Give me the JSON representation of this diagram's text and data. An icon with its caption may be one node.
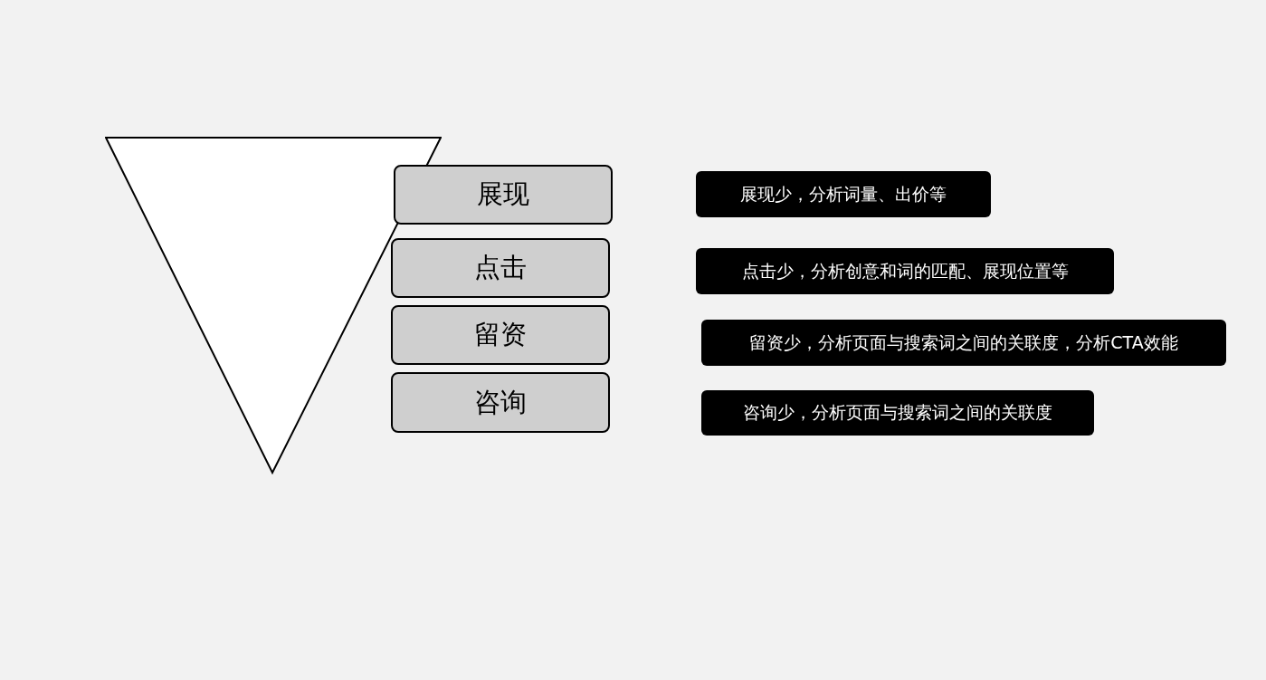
{
  "diagram": {
    "nodes": [
      {
        "text": [],
        "shape": "triangle"
      },
      {
        "text": [
          "展现"
        ]
      },
      {
        "text": [
          "点击"
        ]
      },
      {
        "text": [
          "留资"
        ]
      },
      {
        "text": [
          "咨询"
        ]
      },
      {
        "text": [
          "展现少，分析词量、出价等"
        ]
      },
      {
        "text": [
          "点击少，分析创意和词的匹配、展现位置等"
        ]
      },
      {
        "text": [
          "留资少，分析页面与搜索词之间的关联度，分析CTA效能"
        ]
      },
      {
        "text": [
          "咨询少，分析页面与搜索词之间的关联度"
        ]
      }
    ]
  }
}
